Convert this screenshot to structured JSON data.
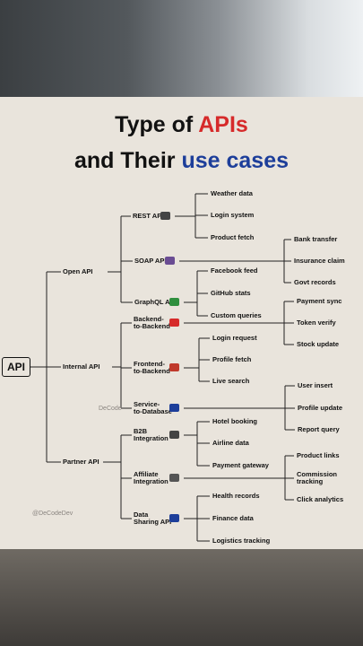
{
  "title": {
    "line1": "Type of ",
    "line1_accent": "APIs",
    "line2": "and Their ",
    "line2_accent": "use cases"
  },
  "root": "API",
  "groups": [
    {
      "label": "Open API",
      "children": [
        {
          "label": "REST API",
          "leaves": [
            "Weather data",
            "Login system",
            "Product fetch"
          ]
        },
        {
          "label": "SOAP API",
          "leaves": [
            "Bank transfer",
            "Insurance claim",
            "Govt records"
          ]
        },
        {
          "label": "GraphQL API",
          "leaves": [
            "Facebook feed",
            "GitHub stats",
            "Custom queries"
          ]
        }
      ]
    },
    {
      "label": "Internal API",
      "children": [
        {
          "label": "Backend-\nto-Backend",
          "leaves": [
            "Payment sync",
            "Token verify",
            "Stock update"
          ]
        },
        {
          "label": "Frontend-\nto-Backend",
          "leaves": [
            "Login request",
            "Profile fetch",
            "Live search"
          ]
        },
        {
          "label": "Service-\nto-Database",
          "leaves": [
            "User insert",
            "Profile update",
            "Report query"
          ]
        }
      ]
    },
    {
      "label": "Partner API",
      "children": [
        {
          "label": "B2B\nIntegration",
          "leaves": [
            "Hotel booking",
            "Airline data",
            "Payment gateway"
          ]
        },
        {
          "label": "Affiliate\nIntegration",
          "leaves": [
            "Product links",
            "Commission\ntracking",
            "Click analytics"
          ]
        },
        {
          "label": "Data\nSharing API",
          "leaves": [
            "Health records",
            "Finance data",
            "Logistics tracking"
          ]
        }
      ]
    }
  ],
  "watermark": "@DeCodeDev",
  "watermark_mid": "DeCode",
  "colors": {
    "card": "#e9e4dc",
    "accent_red": "#d62a2a",
    "accent_blue": "#1d3e9a"
  },
  "icons": [
    "server-icon",
    "globe-icon",
    "graphql-icon",
    "db-icon",
    "gear-icon",
    "handshake-icon",
    "chart-icon",
    "share-icon"
  ]
}
